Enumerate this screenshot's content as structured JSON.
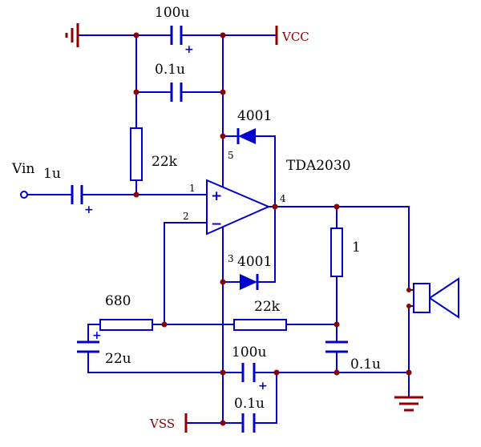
{
  "ic": {
    "name": "TDA2030",
    "plus": "+",
    "minus": "−",
    "pins": {
      "noninv": "1",
      "inv": "2",
      "neg_supply": "3",
      "output": "4",
      "pos_supply": "5"
    }
  },
  "power": {
    "vcc": "VCC",
    "vss": "VSS"
  },
  "input": {
    "label": "Vin"
  },
  "components": {
    "c_bulk_top": {
      "label": "100u",
      "polarity": "+"
    },
    "c_bypass_top": {
      "label": "0.1u"
    },
    "r_bias": {
      "label": "22k"
    },
    "c_input": {
      "label": "1u",
      "polarity": "+"
    },
    "d_top": {
      "label": "4001"
    },
    "d_bottom": {
      "label": "4001"
    },
    "r_feedback": {
      "label": "22k"
    },
    "r_gain": {
      "label": "680"
    },
    "c_gain": {
      "label": "22u",
      "polarity": "+"
    },
    "r_zobel": {
      "label": "1"
    },
    "c_zobel": {
      "label": "0.1u"
    },
    "c_bulk_bottom": {
      "label": "100u",
      "polarity": "+"
    },
    "c_bypass_bottom": {
      "label": "0.1u"
    }
  },
  "colors": {
    "wire": "#0000cd",
    "junction": "#8b0000",
    "power": "#8b0000",
    "label": "#000000",
    "bg": "#ffffff"
  }
}
